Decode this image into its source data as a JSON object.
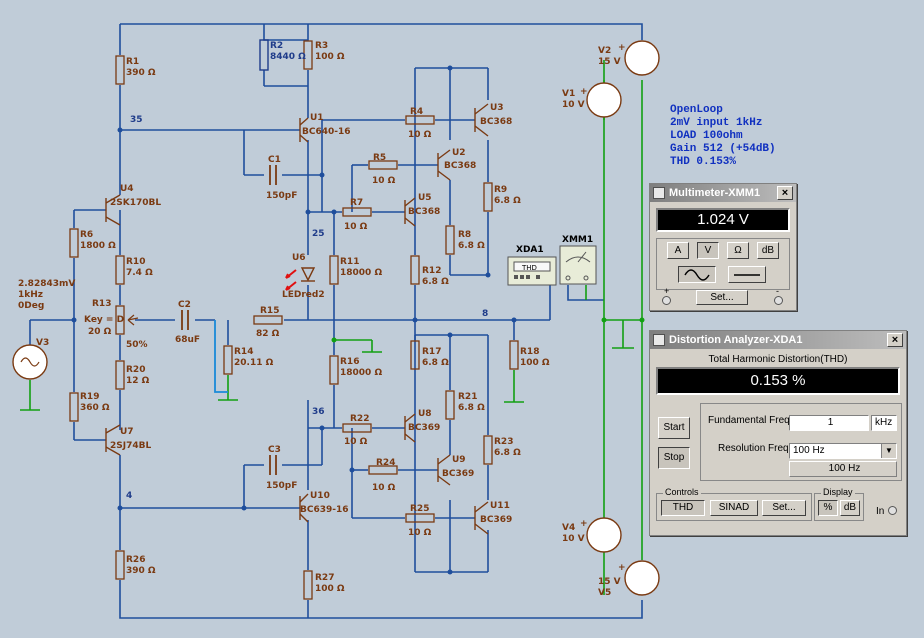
{
  "annotation": {
    "lines": [
      "OpenLoop",
      "2mV input 1kHz",
      "LOAD 100ohm",
      "Gain 512 (+54dB)",
      "THD 0.153%"
    ]
  },
  "nets": {
    "n35": "35",
    "n25": "25",
    "n8": "8",
    "n36": "36",
    "n4": "4"
  },
  "sources": {
    "v3": {
      "name": "V3",
      "amp": "2.82843mV",
      "freq": "1kHz",
      "phase": "0Deg"
    },
    "v1": {
      "name": "V1",
      "value": "10 V"
    },
    "v2": {
      "name": "V2",
      "value": "15 V"
    },
    "v4": {
      "name": "V4",
      "value": "10 V"
    },
    "v5": {
      "name": "V5",
      "value": "15 V"
    }
  },
  "resistors": {
    "r1": {
      "name": "R1",
      "value": "390 Ω"
    },
    "r2": {
      "name": "R2",
      "value": "8440 Ω"
    },
    "r3": {
      "name": "R3",
      "value": "100 Ω"
    },
    "r4": {
      "name": "R4",
      "value": "10 Ω"
    },
    "r5": {
      "name": "R5",
      "value": "10 Ω"
    },
    "r6": {
      "name": "R6",
      "value": "1800 Ω"
    },
    "r7": {
      "name": "R7",
      "value": "10 Ω"
    },
    "r8": {
      "name": "R8",
      "value": "6.8 Ω"
    },
    "r9": {
      "name": "R9",
      "value": "6.8 Ω"
    },
    "r10": {
      "name": "R10",
      "value": "7.4 Ω"
    },
    "r11": {
      "name": "R11",
      "value": "18000 Ω"
    },
    "r12": {
      "name": "R12",
      "value": "6.8 Ω"
    },
    "r13": {
      "name": "R13",
      "key": "Key = D",
      "value": "20 Ω",
      "pos": "50%"
    },
    "r14": {
      "name": "R14",
      "value": "20.11 Ω"
    },
    "r15": {
      "name": "R15",
      "value": "82 Ω"
    },
    "r16": {
      "name": "R16",
      "value": "18000 Ω"
    },
    "r17": {
      "name": "R17",
      "value": "6.8 Ω"
    },
    "r18": {
      "name": "R18",
      "value": "100 Ω"
    },
    "r19": {
      "name": "R19",
      "value": "360 Ω"
    },
    "r20": {
      "name": "R20",
      "value": "12 Ω"
    },
    "r21": {
      "name": "R21",
      "value": "6.8 Ω"
    },
    "r22": {
      "name": "R22",
      "value": "10 Ω"
    },
    "r23": {
      "name": "R23",
      "value": "6.8 Ω"
    },
    "r24": {
      "name": "R24",
      "value": "10 Ω"
    },
    "r25": {
      "name": "R25",
      "value": "10 Ω"
    },
    "r26": {
      "name": "R26",
      "value": "390 Ω"
    },
    "r27": {
      "name": "R27",
      "value": "100 Ω"
    }
  },
  "capacitors": {
    "c1": {
      "name": "C1",
      "value": "150pF"
    },
    "c2": {
      "name": "C2",
      "value": "68uF"
    },
    "c3": {
      "name": "C3",
      "value": "150pF"
    }
  },
  "transistors": {
    "u1": {
      "name": "U1",
      "part": "BC640-16"
    },
    "u2": {
      "name": "U2",
      "part": "BC368"
    },
    "u3": {
      "name": "U3",
      "part": "BC368"
    },
    "u4": {
      "name": "U4",
      "part": "2SK170BL"
    },
    "u5": {
      "name": "U5",
      "part": "BC368"
    },
    "u6": {
      "name": "U6",
      "part": "LEDred2"
    },
    "u7": {
      "name": "U7",
      "part": "2SJ74BL"
    },
    "u8": {
      "name": "U8",
      "part": "BC369"
    },
    "u9": {
      "name": "U9",
      "part": "BC369"
    },
    "u10": {
      "name": "U10",
      "part": "BC639-16"
    },
    "u11": {
      "name": "U11",
      "part": "BC369"
    }
  },
  "instruments": {
    "xda1": {
      "name": "XDA1",
      "screen": "THD"
    },
    "xmm1": {
      "name": "XMM1"
    }
  },
  "multimeter": {
    "title": "Multimeter-XMM1",
    "close": "×",
    "reading": "1.024 V",
    "buttons": [
      "A",
      "V",
      "Ω",
      "dB"
    ],
    "ac_icon": "sine-wave-icon",
    "dc_icon": "dc-line-icon",
    "set_label": "Set...",
    "plus": "+",
    "minus": "-"
  },
  "distortion": {
    "title": "Distortion Analyzer-XDA1",
    "close": "×",
    "subtitle": "Total Harmonic Distortion(THD)",
    "reading": "0.153 %",
    "start_label": "Start",
    "stop_label": "Stop",
    "fund_label": "Fundamental Freq.",
    "fund_value": "1",
    "fund_unit": "kHz",
    "res_label": "Resolution Freq.",
    "res_value": "100 Hz",
    "res_display": "100 Hz",
    "controls_label": "Controls",
    "thd_label": "THD",
    "sinad_label": "SINAD",
    "set_label": "Set...",
    "display_label": "Display",
    "pct_label": "%",
    "db_label": "dB",
    "in_label": "In"
  },
  "colors": {
    "wire": "#1f4e9c",
    "component": "#7a3a12",
    "ground_wire": "#12a012",
    "selected_wire": "#1a8ad8",
    "led_arrow": "#e01010"
  }
}
